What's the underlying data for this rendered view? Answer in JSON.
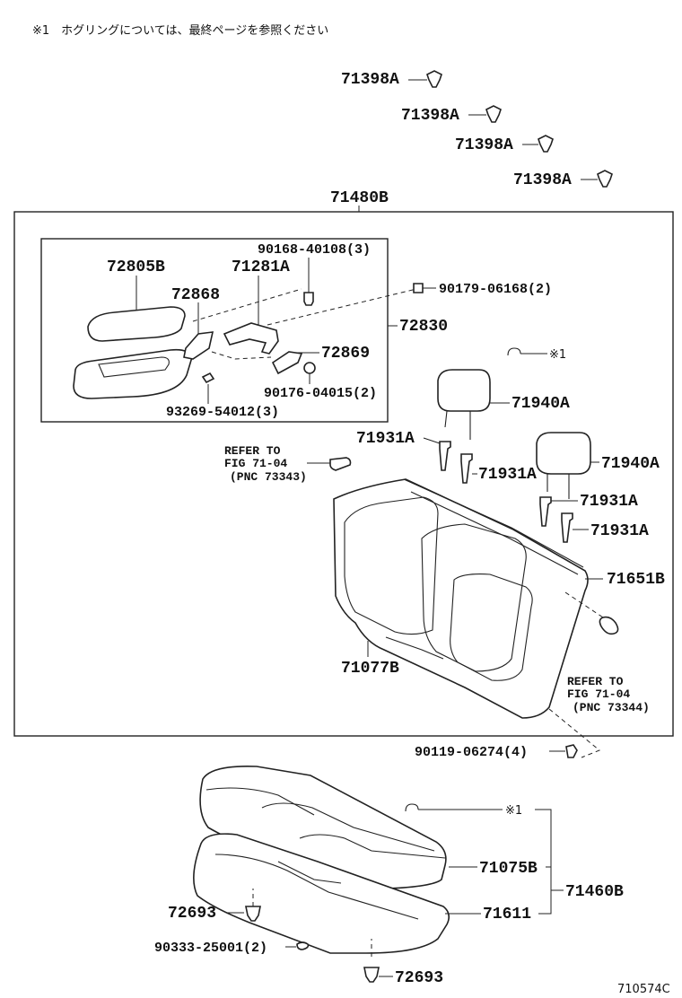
{
  "header_note": "※1　ホグリングについては、最終ページを参照ください",
  "figure_code": "710574C",
  "labels": {
    "p71398a": "71398A",
    "p71480b": "71480B",
    "p90168": "90168-40108(3)",
    "p72805b": "72805B",
    "p71281a": "71281A",
    "p72868": "72868",
    "p90179": "90179-06168(2)",
    "p72830": "72830",
    "p72869": "72869",
    "p90176": "90176-04015(2)",
    "p93269": "93269-54012(3)",
    "note1": "※1",
    "p71940a": "71940A",
    "p71931a": "71931A",
    "p71651b": "71651B",
    "p71077b": "71077B",
    "p90119": "90119-06274(4)",
    "p71075b": "71075B",
    "p71460b": "71460B",
    "p71611": "71611",
    "p72693": "72693",
    "p90333": "90333-25001(2)"
  },
  "refer1": {
    "line1": "REFER TO",
    "line2": "FIG 71-04",
    "line3": "(PNC 73343)"
  },
  "refer2": {
    "line1": "REFER TO",
    "line2": "FIG 71-04",
    "line3": "(PNC 73344)"
  }
}
